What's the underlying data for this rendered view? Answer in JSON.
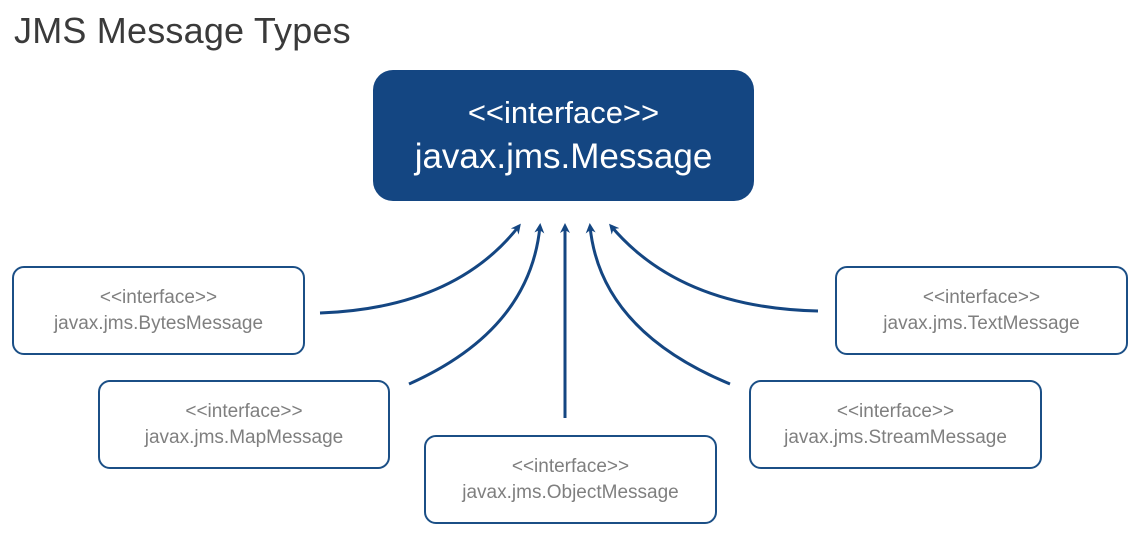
{
  "title": "JMS Message Types",
  "colors": {
    "primary": "#144682",
    "border": "#1b4f86",
    "child_text": "#7f7f7f",
    "title_text": "#3a3a3a"
  },
  "root": {
    "stereotype": "<<interface>>",
    "name": "javax.jms.Message"
  },
  "children": {
    "bytes": {
      "stereotype": "<<interface>>",
      "name": "javax.jms.BytesMessage"
    },
    "map": {
      "stereotype": "<<interface>>",
      "name": "javax.jms.MapMessage"
    },
    "object": {
      "stereotype": "<<interface>>",
      "name": "javax.jms.ObjectMessage"
    },
    "stream": {
      "stereotype": "<<interface>>",
      "name": "javax.jms.StreamMessage"
    },
    "text": {
      "stereotype": "<<interface>>",
      "name": "javax.jms.TextMessage"
    }
  }
}
